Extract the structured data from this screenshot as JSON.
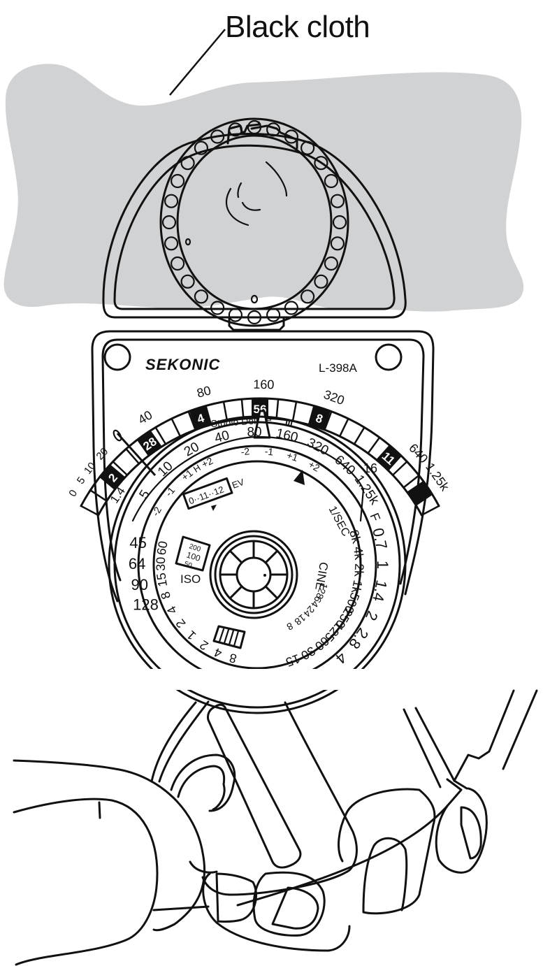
{
  "figure": {
    "callout_label": "Black cloth",
    "cloth_color": "#d1d2d4",
    "line_color": "#111111"
  },
  "meter": {
    "brand": "SEKONIC",
    "model": "L-398A",
    "subtitle": "Studio Deluxe",
    "subtitle_mark": "III",
    "top_scale": {
      "iso_values": [
        "0",
        "5",
        "10",
        "20",
        "40",
        "80",
        "160",
        "320",
        "640",
        "1.25k"
      ],
      "aperture_boxes": [
        "1.4",
        "2",
        "28",
        "4",
        "56",
        "8",
        "11",
        "16"
      ]
    },
    "dial": {
      "iso_ring": [
        "5",
        "10",
        "20",
        "40",
        "80",
        "160",
        "320",
        "640",
        "1.25k"
      ],
      "ev_compensation": [
        "-2",
        "-1",
        "+1",
        "+2",
        "-2",
        "-1",
        "+1",
        "+2"
      ],
      "h_mark": "H",
      "ev_window": "0··11··12",
      "ev_label": "EV",
      "iso_window": [
        "200",
        "100",
        "50"
      ],
      "iso_label": "ISO",
      "sec_label": "1/SEC",
      "cine_label": "CINE",
      "f_label": "F",
      "shutter_left": [
        "60",
        "30",
        "15",
        "8",
        "4",
        "2",
        "1",
        "2",
        "4",
        "8"
      ],
      "shutter_bottom": [
        "15",
        "30",
        "60",
        "125",
        "250",
        "500",
        "1k",
        "2k",
        "4k",
        "8k"
      ],
      "cine_fps": [
        "8",
        "18",
        "24",
        "64",
        "128"
      ],
      "f_stops": [
        "0.7",
        "1",
        "1.4",
        "2",
        "2.8",
        "4"
      ],
      "outer_left": [
        "128",
        "90",
        "64",
        "45"
      ]
    }
  }
}
